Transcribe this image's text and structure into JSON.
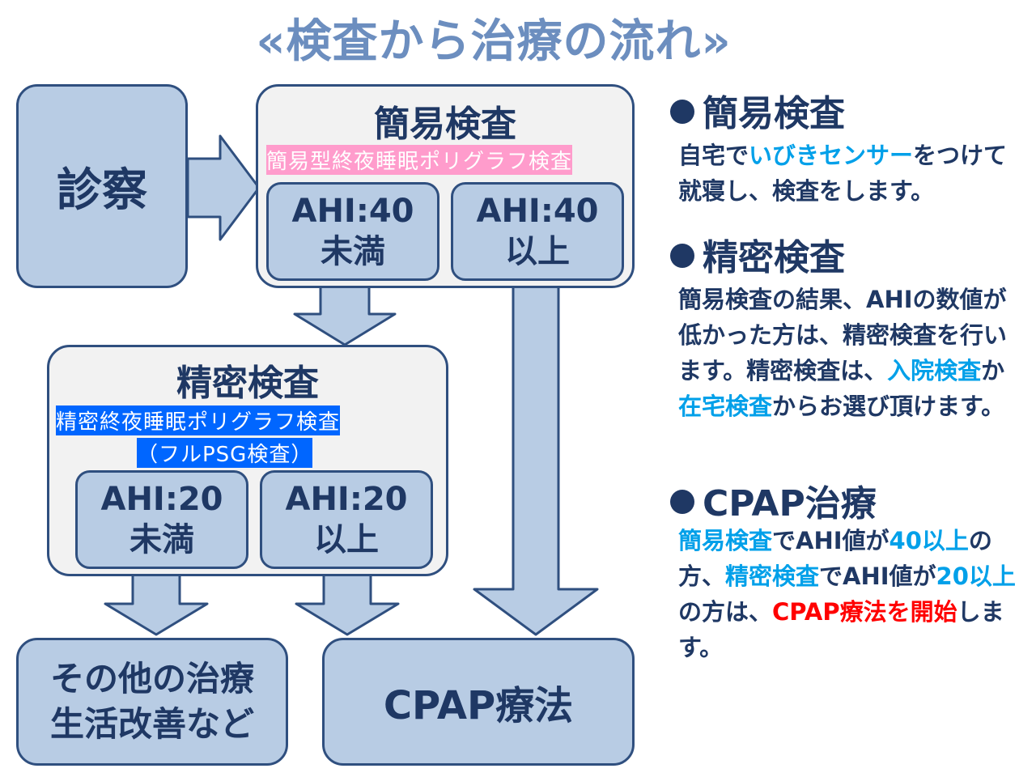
{
  "title": "«検査から治療の流れ»",
  "diagram": {
    "shinsatsu": "診察",
    "kan_i": {
      "title": "簡易検査",
      "tag": "簡易型終夜睡眠ポリグラフ検査",
      "left": {
        "line1": "AHI:40",
        "line2": "未満"
      },
      "right": {
        "line1": "AHI:40",
        "line2": "以上"
      }
    },
    "seimitsu": {
      "title": "精密検査",
      "tag1": "精密終夜睡眠ポリグラフ検査",
      "tag2": "（フルPSG検査）",
      "left": {
        "line1": "AHI:20",
        "line2": "未満"
      },
      "right": {
        "line1": "AHI:20",
        "line2": "以上"
      }
    },
    "other": {
      "line1": "その他の治療",
      "line2": "生活改善など"
    },
    "cpap": "CPAP療法"
  },
  "sections": [
    {
      "heading": "簡易検査",
      "text": {
        "a": "自宅で",
        "b": "いびきセンサー",
        "c": "をつけて就寝し、検査をします。"
      }
    },
    {
      "heading": "精密検査",
      "text": {
        "a": "簡易検査の結果、AHIの数値が低かった方は、精密検査を行います。精密検査は、",
        "b": "入院検査",
        "c": "か",
        "d": "在宅検査",
        "e": "からお選び頂けます。"
      }
    },
    {
      "heading": "CPAP治療",
      "text": {
        "a": "簡易検査",
        "b": "でAHI値が",
        "c": "40以上",
        "d": "の方、",
        "e": "精密検査",
        "f": "でAHI値が",
        "g": "20以上",
        "h": "の方は、",
        "i": "CPAP療法を開始",
        "j": "します。"
      }
    }
  ],
  "colors": {
    "box_fill": "#b8cce4",
    "border": "#2f4f7f",
    "text": "#1f3864",
    "title": "#6c8ebf",
    "highlight": "#00a0e9",
    "red": "#ff0000",
    "pink_tag": "#ff9ccc",
    "blue_tag": "#0066ff"
  }
}
